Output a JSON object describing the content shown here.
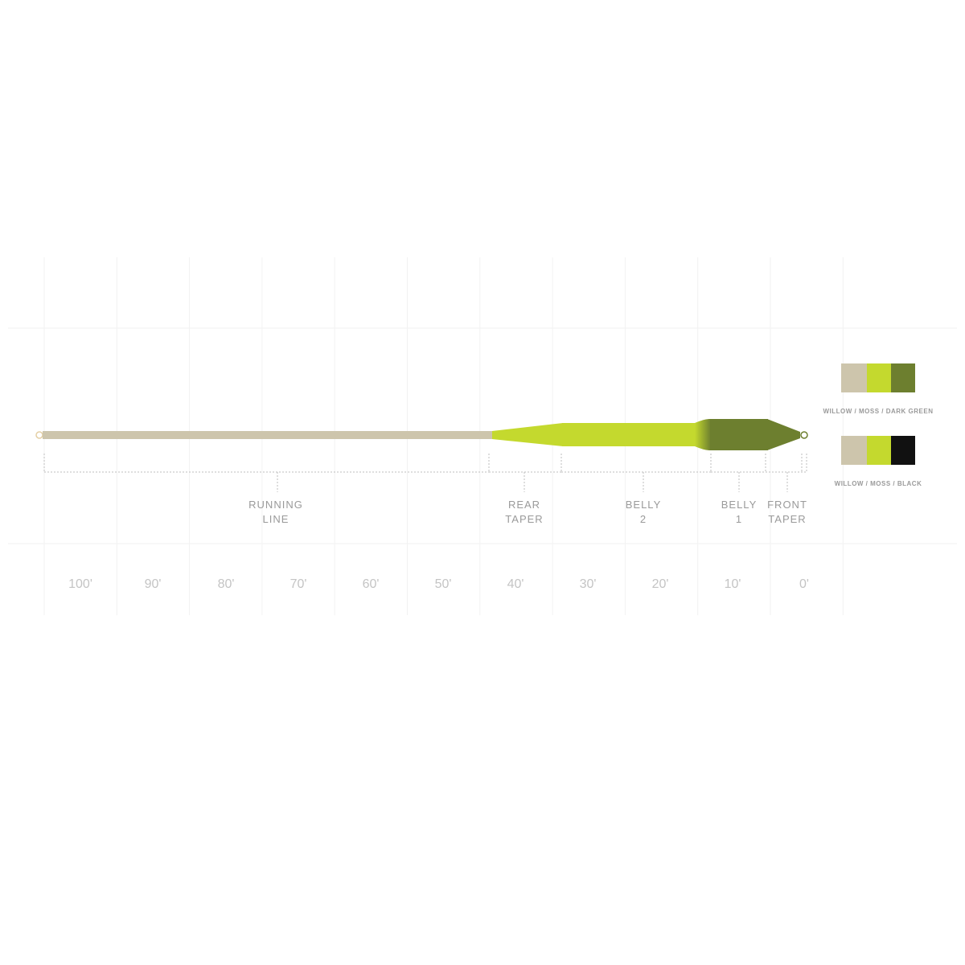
{
  "line_diagram": {
    "colors": {
      "running_line": "#cdc5ac",
      "moss": "#c4d92e",
      "dark_green": "#6d7f2f",
      "grid": "#f2f2f2",
      "dashes": "#bdbdbd"
    },
    "segments": [
      {
        "id": "running-line",
        "label_lines": [
          "RUNNING",
          "LINE"
        ]
      },
      {
        "id": "rear-taper",
        "label_lines": [
          "REAR",
          "TAPER"
        ]
      },
      {
        "id": "belly-2",
        "label_lines": [
          "BELLY",
          "2"
        ]
      },
      {
        "id": "belly-1",
        "label_lines": [
          "BELLY",
          "1"
        ]
      },
      {
        "id": "front-taper",
        "label_lines": [
          "FRONT",
          "TAPER"
        ]
      }
    ],
    "distance_labels": [
      "100'",
      "90'",
      "80'",
      "70'",
      "60'",
      "50'",
      "40'",
      "30'",
      "20'",
      "10'",
      "0'"
    ]
  },
  "color_options": [
    {
      "label": "WILLOW / MOSS / DARK GREEN",
      "swatches": [
        "#cdc5ac",
        "#c4d92e",
        "#6d7f2f"
      ]
    },
    {
      "label": "WILLOW / MOSS / BLACK",
      "swatches": [
        "#cdc5ac",
        "#c4d92e",
        "#111111"
      ]
    }
  ]
}
